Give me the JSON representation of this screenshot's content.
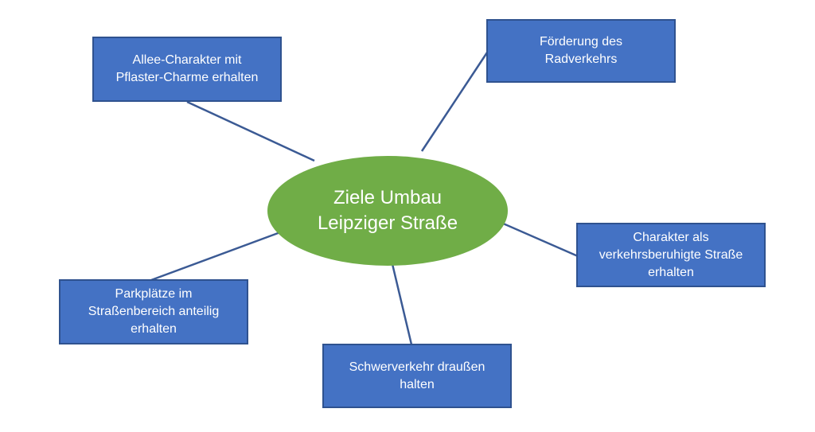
{
  "center": {
    "line1": "Ziele Umbau",
    "line2": "Leipziger Straße",
    "fill_color": "#70ad47"
  },
  "goals": [
    {
      "line1": "Allee-Charakter mit",
      "line2": "Pflaster-Charme erhalten",
      "line3": ""
    },
    {
      "line1": "Förderung des",
      "line2": "Radverkehrs",
      "line3": ""
    },
    {
      "line1": "Charakter als",
      "line2": "verkehrsberuhigte Straße",
      "line3": "erhalten"
    },
    {
      "line1": "Schwerverkehr draußen",
      "line2": "halten",
      "line3": ""
    },
    {
      "line1": "Parkplätze im",
      "line2": "Straßenbereich anteilig",
      "line3": "erhalten"
    }
  ],
  "colors": {
    "box_fill": "#4472c4",
    "box_border": "#2f528f",
    "connector": "#3b5a94",
    "text": "#ffffff"
  }
}
